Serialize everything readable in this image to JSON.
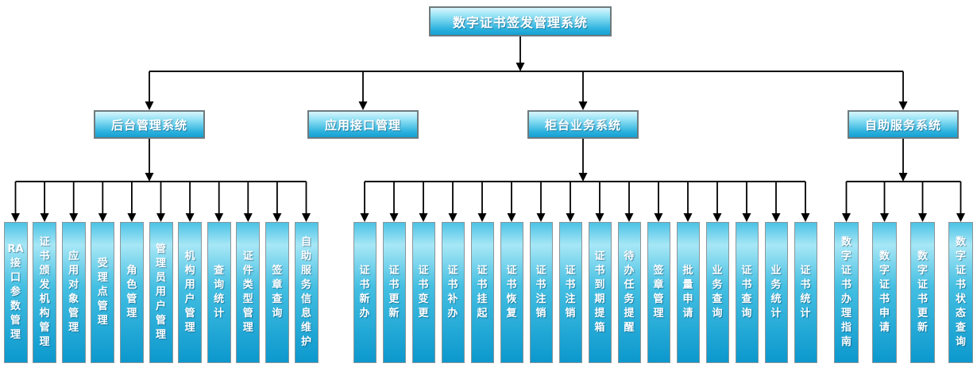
{
  "diagram": {
    "root": {
      "label": "数字证书签发管理系统"
    },
    "branches": [
      {
        "label": "后台管理系统",
        "children": [
          "RA接口参数管理",
          "证书颁发机构管理",
          "应用对象管理",
          "受理点管理",
          "角色管理",
          "管理员用户管理",
          "机构用户管理",
          "查询统计",
          "证件类型管理",
          "签章查询",
          "自助服务信息维护"
        ]
      },
      {
        "label": "应用接口管理",
        "children": []
      },
      {
        "label": "柜台业务系统",
        "children": [
          "证书新办",
          "证书更新",
          "证书变更",
          "证书补办",
          "证书挂起",
          "证书恢复",
          "证书注销",
          "证书注销",
          "证书到期提箱",
          "待办任务提醒",
          "签章管理",
          "批量申请",
          "业务查询",
          "证书查询",
          "业务统计",
          "证书统计"
        ]
      },
      {
        "label": "自助服务系统",
        "children": [
          "数字证书办理指南",
          "数字证书申请",
          "数字证书更新",
          "数字证书状态查询"
        ]
      }
    ],
    "colors": {
      "box_gradient_top": "#d8f6fd",
      "box_gradient_bottom": "#149fd2",
      "leaf_gradient_top": "#4cc2e5",
      "leaf_gradient_highlight": "#a7e7f6",
      "leaf_gradient_bottom": "#0c98cd",
      "box_border": "#6f7a7d",
      "leaf_border": "#8b9598",
      "connector": "#000000",
      "text": "#ffffff"
    }
  }
}
